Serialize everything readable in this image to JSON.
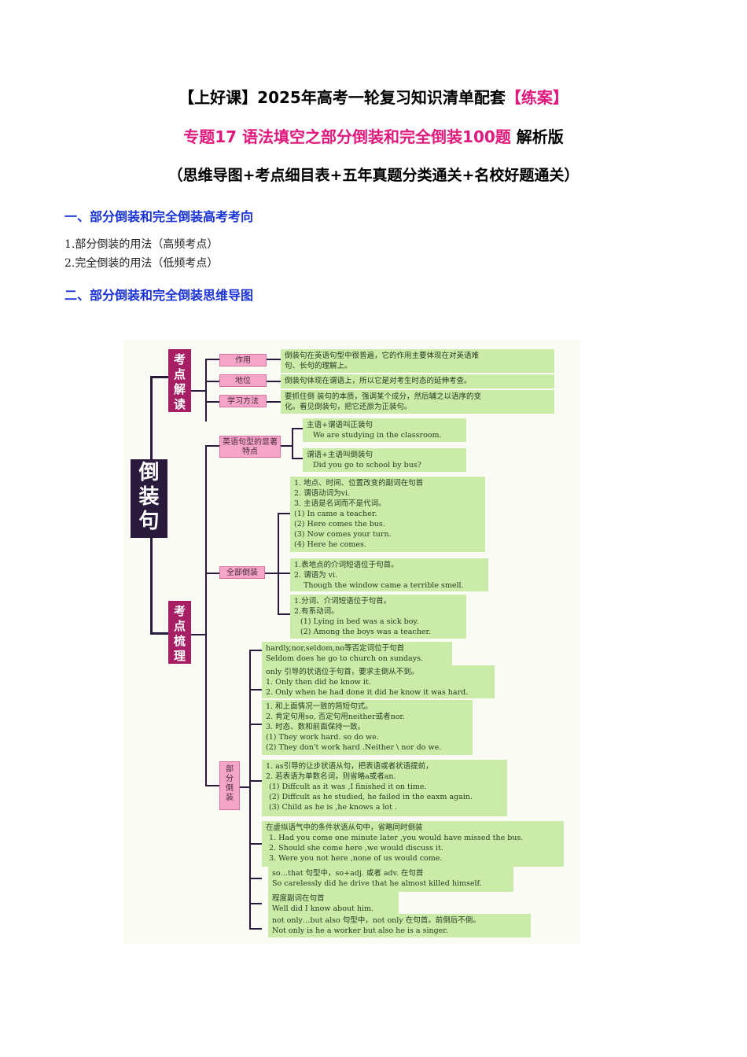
{
  "header": {
    "line1_a": "【上好课】2025年高考一轮复习知识清单配套",
    "line1_b": "【练案】",
    "line2_a": "专题17 语法填空之部分倒装和完全倒装100题",
    "line2_b": " 解析版",
    "line3": "（思维导图+考点细目表+五年真题分类通关+名校好题通关）"
  },
  "section1": {
    "heading": "一、部分倒装和完全倒装高考考向",
    "items": [
      "1.部分倒装的用法（高频考点）",
      "2.完全倒装的用法（低频考点）"
    ]
  },
  "section2": {
    "heading": "二、部分倒装和完全倒装思维导图"
  },
  "mindmap": {
    "root": "倒装句",
    "branch1": "考点解读",
    "branch2": "考点梳理",
    "pills": {
      "zuoyong": "作用",
      "diwei": "地位",
      "fangfa": "学习方法",
      "tedian": "英语句型的显著特点",
      "quanbu": "全部倒装",
      "bufen": "部分倒装"
    },
    "boxes": {
      "zuoyong": [
        "倒装句在英语句型中很普遍，它的作用主要体现在对英语难",
        "句、长句的理解上。"
      ],
      "diwei": [
        "倒装句体现在谓语上，所以它是对考生时态的延伸考查。"
      ],
      "fangfa": [
        "要抓住倒 装句的本质，强调某个成分，然后辅之以语序的变",
        "化。看见倒装句，把它还原为正装句。"
      ],
      "tedian1": [
        "主语+谓语叫正装句",
        "We are studying in the classroom."
      ],
      "tedian2": [
        "谓语+主语叫倒装句",
        "Did you go to school by bus?"
      ],
      "quan1": [
        "1. 地点、时间、位置改变的副词在句首",
        "2. 谓语动词为vi.",
        "3. 主语是名词而不是代词。",
        "(1) In came a teacher.",
        "(2) Here comes the bus.",
        "(3) Now comes your turn.",
        "(4) Here he comes."
      ],
      "quan2": [
        "1.表地点的介词短语位于句首。",
        "2. 谓语为 vi.",
        "Though the window came a terrible smell."
      ],
      "quan3": [
        "1.分词、介词短语位于句首。",
        "2.有系动词。",
        "(1) Lying in bed was a sick boy.",
        "(2) Among the boys was a teacher."
      ],
      "bu1": [
        "hardly,nor,seldom,no等否定词位于句首",
        "Seldom does he go to church on sundays."
      ],
      "bu2": [
        "only 引导的状语位于句首，要求主倒从不到。",
        "1. Only then did he know it.",
        "2. Only when he had done it did he know it was hard."
      ],
      "bu3": [
        "1. 和上面情况一致的简短句式。",
        "2. 肯定句用so, 否定句用neither或者nor.",
        "3. 时态、数和前面保持一致。",
        "(1) They work hard. so do we.",
        "(2) They don't work hard .Neither \\ nor do we."
      ],
      "bu4": [
        "1. as引导的让步状语从句，把表语或者状语提前，",
        "2. 若表语为单数名词，则省略a或者an.",
        "(1) Diffcult as it was ,I finished it on time.",
        "(2) Diffcult as he studied, he failed in the eaxm again.",
        "(3) Child as he is ,he knows a lot ."
      ],
      "bu5": [
        "在虚拟语气中的条件状语从句中，省略同时倒装",
        "1.  Had you come one minute later ,you would have missed the bus.",
        "2.  Should she come here ,we would discuss it.",
        "3.  Were you not here ,none of  us would come."
      ],
      "bu6": [
        "so…that 句型中，so+adj. 或者 adv. 在句首",
        "So carelessly did he drive that he almost killed himself."
      ],
      "bu7": [
        "程度副词在句首",
        "Well did I know about him."
      ],
      "bu8": [
        "not only…but also 句型中，not only 在句首。前倒后不倒。",
        "Not only is  he  a worker but also he is a singer."
      ]
    }
  }
}
